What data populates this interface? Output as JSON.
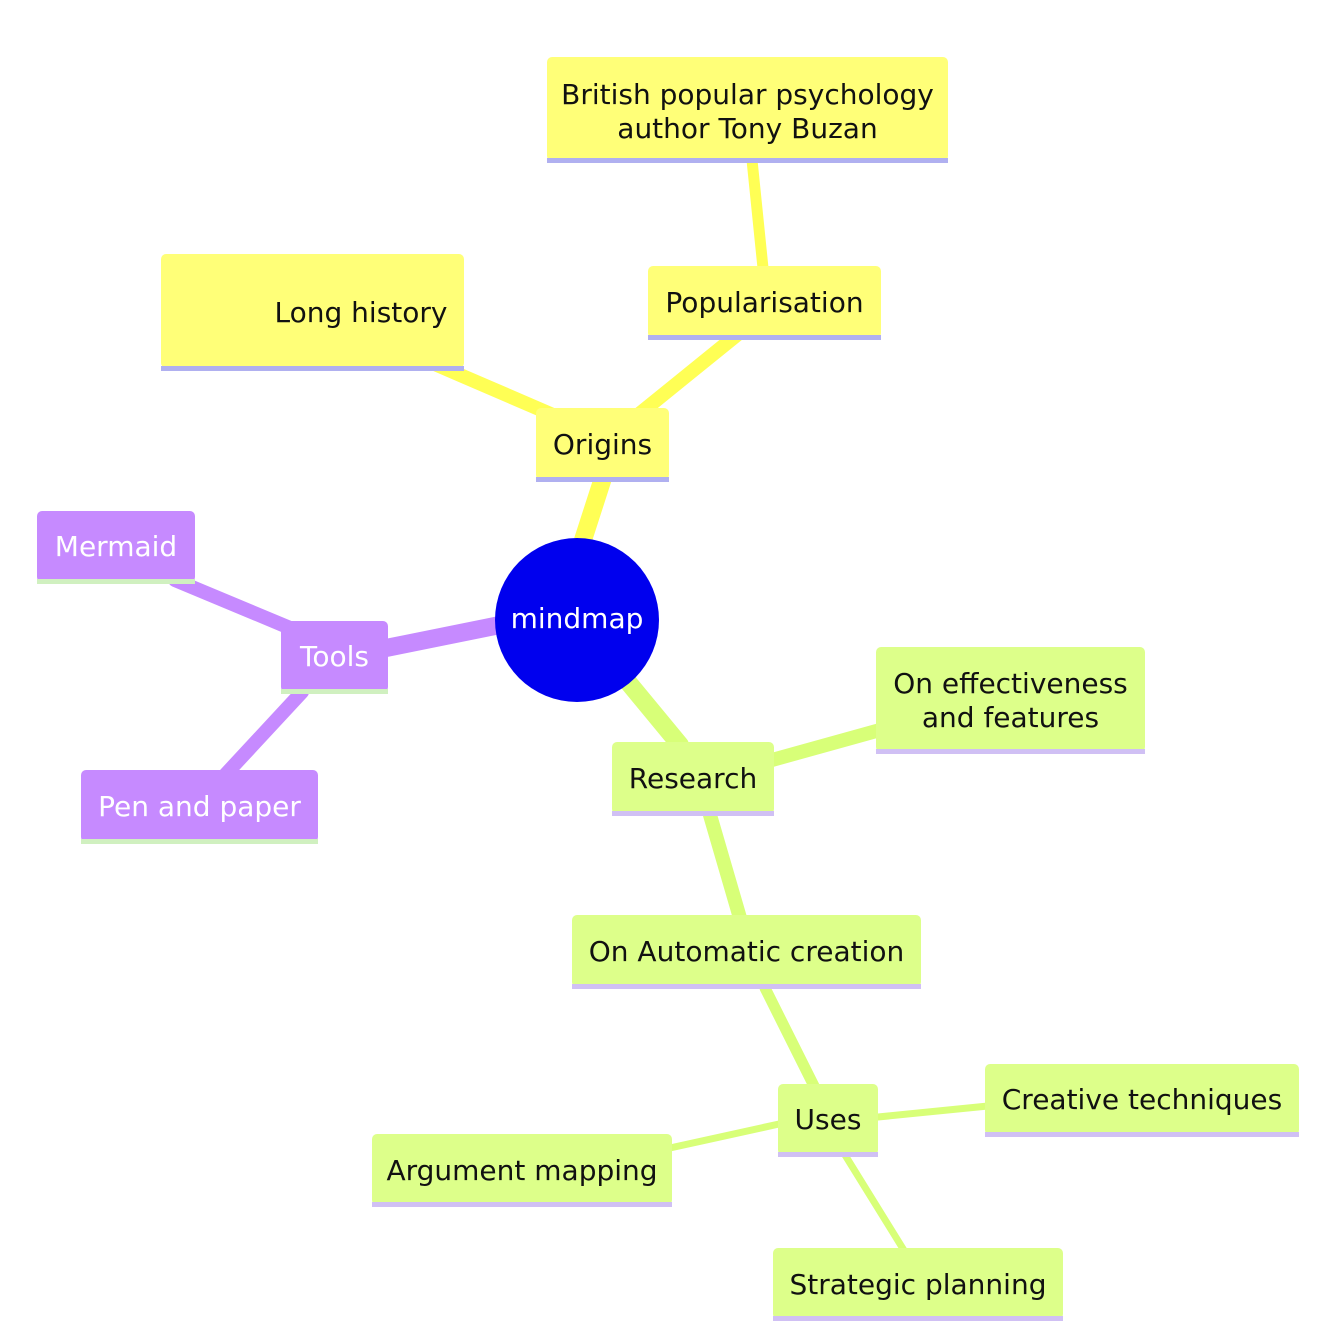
{
  "colors": {
    "background": "#ffffff",
    "root_fill": "#0000ee",
    "root_text": "#ffffff",
    "origins_fill": "#ffff78",
    "origins_edge": "#ffff55",
    "origins_underline": "#b0b0f0",
    "research_fill": "#ddff8a",
    "research_edge": "#d8ff78",
    "research_underline": "#d0c0f4",
    "tools_fill": "#c68aff",
    "tools_edge": "#c68aff",
    "tools_underline": "#d0f0c0",
    "dark_text": "#111111",
    "light_text": "#ffffff"
  },
  "mindmap": {
    "root": {
      "label": "mindmap"
    },
    "branches": [
      {
        "id": "origins",
        "label": "Origins",
        "children": [
          {
            "id": "long-history",
            "label": "Long history"
          },
          {
            "id": "popularisation",
            "label": "Popularisation",
            "children": [
              {
                "id": "tony-buzan",
                "label": "British popular psychology author Tony Buzan",
                "lines": [
                  "British popular psychology",
                  "author Tony Buzan"
                ]
              }
            ]
          }
        ]
      },
      {
        "id": "research",
        "label": "Research",
        "children": [
          {
            "id": "effectiveness",
            "label": "On effectiveness and features",
            "lines": [
              "On effectiveness",
              "and features"
            ]
          },
          {
            "id": "automatic-creation",
            "label": "On Automatic creation",
            "children": [
              {
                "id": "uses",
                "label": "Uses",
                "children": [
                  {
                    "id": "creative-techniques",
                    "label": "Creative techniques"
                  },
                  {
                    "id": "strategic-planning",
                    "label": "Strategic planning"
                  },
                  {
                    "id": "argument-mapping",
                    "label": "Argument mapping"
                  }
                ]
              }
            ]
          }
        ]
      },
      {
        "id": "tools",
        "label": "Tools",
        "children": [
          {
            "id": "pen-and-paper",
            "label": "Pen and paper"
          },
          {
            "id": "mermaid",
            "label": "Mermaid"
          }
        ]
      }
    ]
  }
}
